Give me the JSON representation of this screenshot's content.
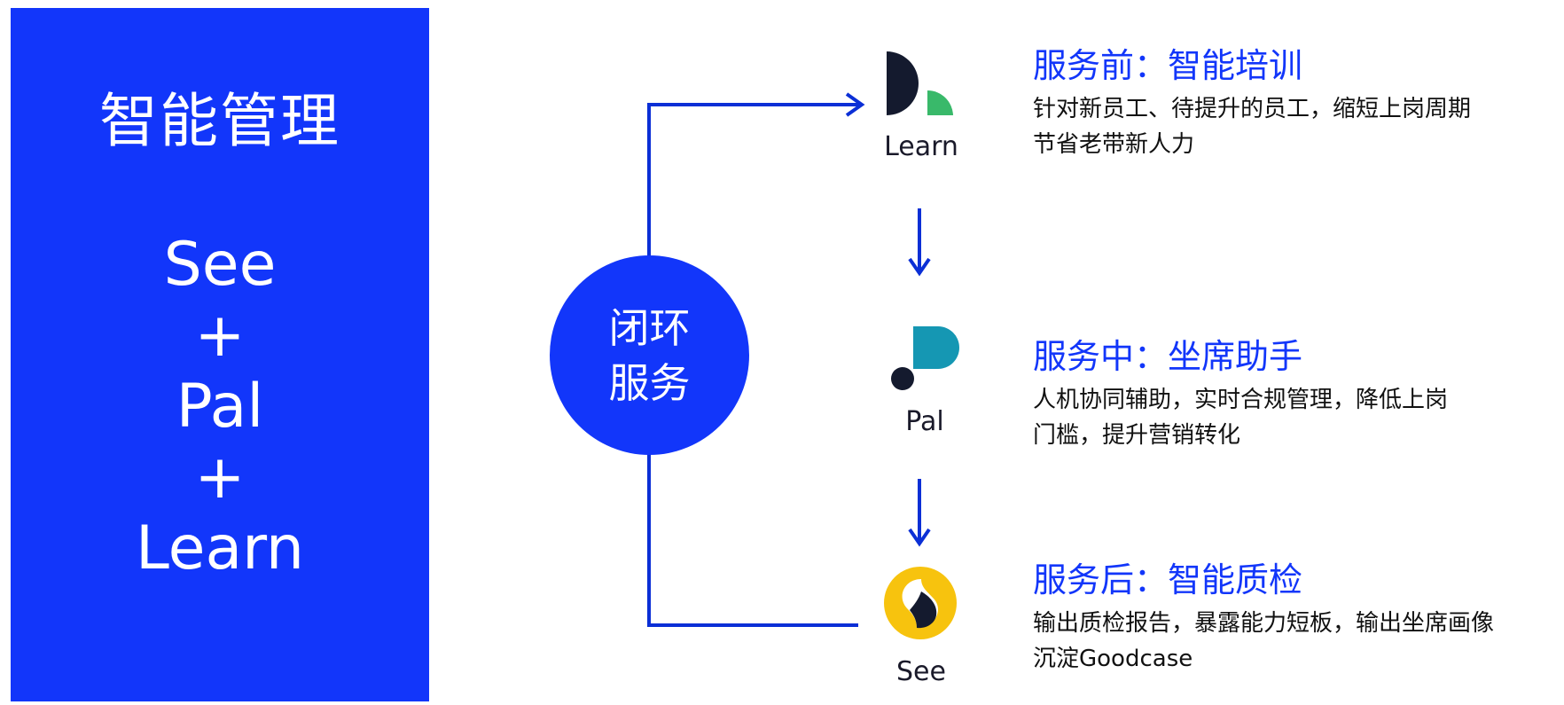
{
  "left_panel": {
    "title": "智能管理",
    "stack": [
      "See",
      "+",
      "Pal",
      "+",
      "Learn"
    ]
  },
  "center": {
    "line1": "闭环",
    "line2": "服务"
  },
  "logos": {
    "learn": "Learn",
    "pal": "Pal",
    "see": "See"
  },
  "steps": [
    {
      "title": "服务前：智能培训",
      "lines": [
        "针对新员工、待提升的员工，缩短上岗周期",
        "节省老带新人力"
      ]
    },
    {
      "title": "服务中：坐席助手",
      "lines": [
        "人机协同辅助，实时合规管理，降低上岗",
        "门槛，提升营销转化"
      ]
    },
    {
      "title": "服务后：智能质检",
      "lines": [
        "输出质检报告，暴露能力短板，输出坐席画像",
        "沉淀Goodcase"
      ]
    }
  ],
  "colors": {
    "brand_blue": "#1236fa",
    "connector_blue": "#0b2fd6",
    "learn_dark": "#141a2e",
    "learn_green": "#39b96a",
    "pal_teal": "#1597b3",
    "see_yellow": "#f7c30e"
  }
}
